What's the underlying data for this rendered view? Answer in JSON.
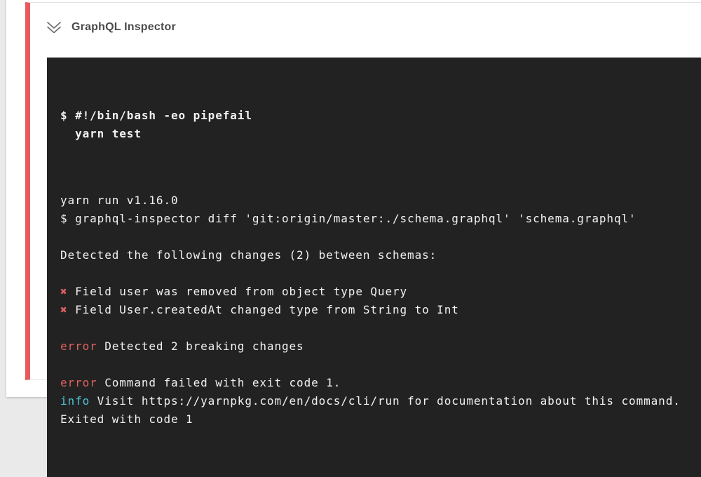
{
  "page": {
    "background": "#eaeaea"
  },
  "card": {
    "background": "#ffffff"
  },
  "step": {
    "title": "GraphQL Inspector",
    "accent_color": "#e85a5f",
    "border_color": "#e3e3e3",
    "title_color": "#4b4b4b",
    "icon": "chevron-double-down",
    "icon_color": "#6b6b6b"
  },
  "terminal": {
    "background": "#222222",
    "foreground": "#f2f2f2",
    "error_color": "#e06060",
    "info_color": "#4fc4d6",
    "command_lines": [
      "$ #!/bin/bash -eo pipefail",
      "  yarn test"
    ],
    "output_lines": [
      [
        {
          "t": "yarn run v1.16.0"
        }
      ],
      [
        {
          "t": "$ graphql-inspector diff 'git:origin/master:./schema.graphql' 'schema.graphql'"
        }
      ],
      [],
      [
        {
          "t": "Detected the following changes (2) between schemas:"
        }
      ],
      [],
      [
        {
          "t": "✖",
          "c": "error"
        },
        {
          "t": " Field user was removed from object type Query"
        }
      ],
      [
        {
          "t": "✖",
          "c": "error"
        },
        {
          "t": " Field User.createdAt changed type from String to Int"
        }
      ],
      [],
      [
        {
          "t": "error",
          "c": "error"
        },
        {
          "t": " Detected 2 breaking changes"
        }
      ],
      [],
      [
        {
          "t": "error",
          "c": "error"
        },
        {
          "t": " Command failed with exit code 1."
        }
      ],
      [
        {
          "t": "info",
          "c": "info"
        },
        {
          "t": " Visit https://yarnpkg.com/en/docs/cli/run for documentation about this command."
        }
      ],
      [
        {
          "t": "Exited with code 1"
        }
      ]
    ]
  }
}
